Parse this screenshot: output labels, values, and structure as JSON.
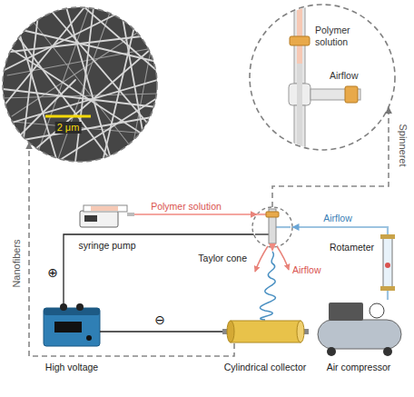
{
  "diagram": {
    "nodes": [
      {
        "text": [
          "2 μm"
        ]
      },
      {
        "text": [
          "Polymer solution",
          "Airflow"
        ]
      },
      {
        "text": [
          "syringe pump"
        ]
      },
      {
        "text": [
          "High voltage"
        ]
      },
      {
        "text": [
          "Cylindrical collector"
        ]
      },
      {
        "text": [
          "Air compressor"
        ]
      },
      {
        "text": [
          "Rotameter"
        ]
      },
      {
        "text": [
          "Taylor cone"
        ]
      }
    ],
    "edges": [
      {
        "from": 2,
        "to": 7,
        "label": "Polymer solution",
        "arrow": "to"
      },
      {
        "from": 6,
        "to": 7,
        "label": "Airflow",
        "arrow": "to"
      },
      {
        "from": 5,
        "to": 6,
        "arrow": "none"
      },
      {
        "from": 3,
        "to": 7,
        "label": "⊕",
        "arrow": "none"
      },
      {
        "from": 3,
        "to": 4,
        "label": "⊖",
        "arrow": "none"
      },
      {
        "from": 4,
        "to": 0,
        "label": "Nanofibers",
        "arrow": "to"
      },
      {
        "from": 7,
        "to": 1,
        "label": "Spinneret",
        "arrow": "to"
      }
    ],
    "labels": [
      "Airflow"
    ]
  }
}
